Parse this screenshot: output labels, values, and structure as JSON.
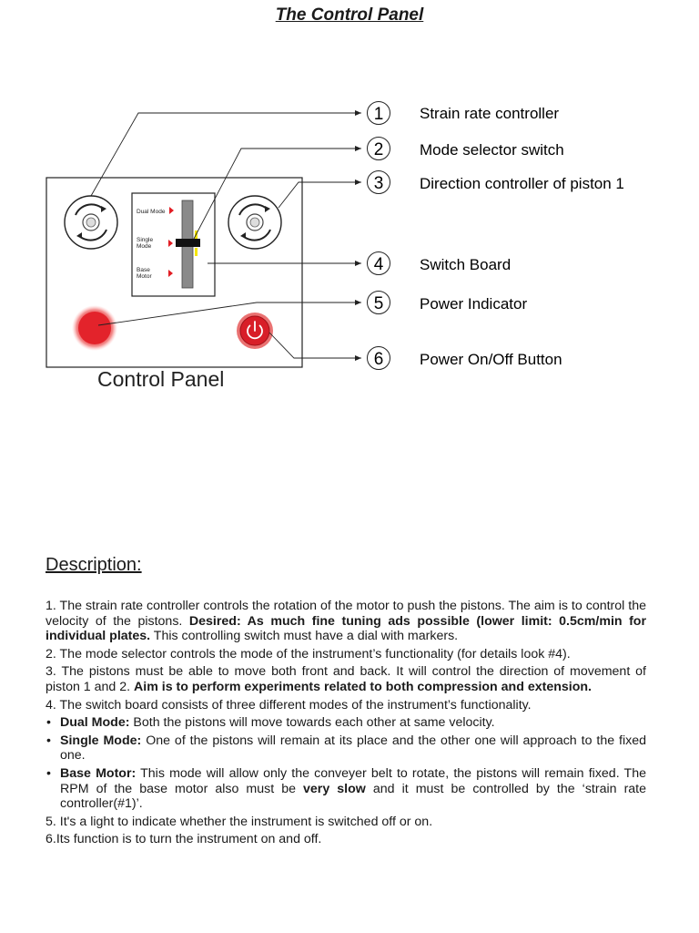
{
  "title": "The Control Panel",
  "diagram": {
    "panel_caption": "Control Panel",
    "mode_labels": {
      "dual": "Dual Mode",
      "single": "Single Mode",
      "base": "Base Motor"
    },
    "callouts": [
      {
        "number": "1",
        "label": "Strain rate controller"
      },
      {
        "number": "2",
        "label": "Mode selector switch"
      },
      {
        "number": "3",
        "label": "Direction controller of piston 1"
      },
      {
        "number": "4",
        "label": "Switch Board"
      },
      {
        "number": "5",
        "label": "Power Indicator"
      },
      {
        "number": "6",
        "label": "Power On/Off Button"
      }
    ],
    "colors": {
      "indicator": "#e3232b",
      "button": "#d81e28",
      "arrow_marker": "#e21d24",
      "switch_highlight": "#f5e600"
    }
  },
  "description": {
    "heading": "Description:",
    "item1": {
      "text_a": "1. The strain rate controller controls the rotation of the motor to push the pistons. The aim is to control the velocity of the pistons. ",
      "bold": "Desired: As much fine tuning ads possible (lower limit: 0.5cm/min for individual plates.",
      "text_b": " This controlling switch must have a dial with markers."
    },
    "item2": "2. The mode selector controls the mode of the instrument’s functionality (for details look #4).",
    "item3": {
      "text_a": "3. The pistons must be able to move both front and back. It will control the direction of movement of piston 1 and  2. ",
      "bold": "Aim is to perform experiments related to both compression and extension."
    },
    "item4": "4. The switch board consists of three different modes of the instrument’s functionality.",
    "bullets": {
      "dual": {
        "bold": "Dual Mode:",
        "text": " Both the pistons will move towards each other at same velocity."
      },
      "single": {
        "bold": "Single Mode:",
        "text": " One of the pistons will remain at its place and the other one will approach to the fixed one."
      },
      "base": {
        "bold": "Base Motor:",
        "text_a": " This mode will allow only the conveyer belt to rotate, the pistons will remain fixed. The RPM of the base motor also must be ",
        "bold2": "very slow",
        "text_b": " and it must be controlled by the ‘strain rate controller(#1)’."
      }
    },
    "item5": "5. It's a light to indicate whether the instrument is switched off or on.",
    "item6": "6.Its function is to turn the instrument on and off."
  }
}
